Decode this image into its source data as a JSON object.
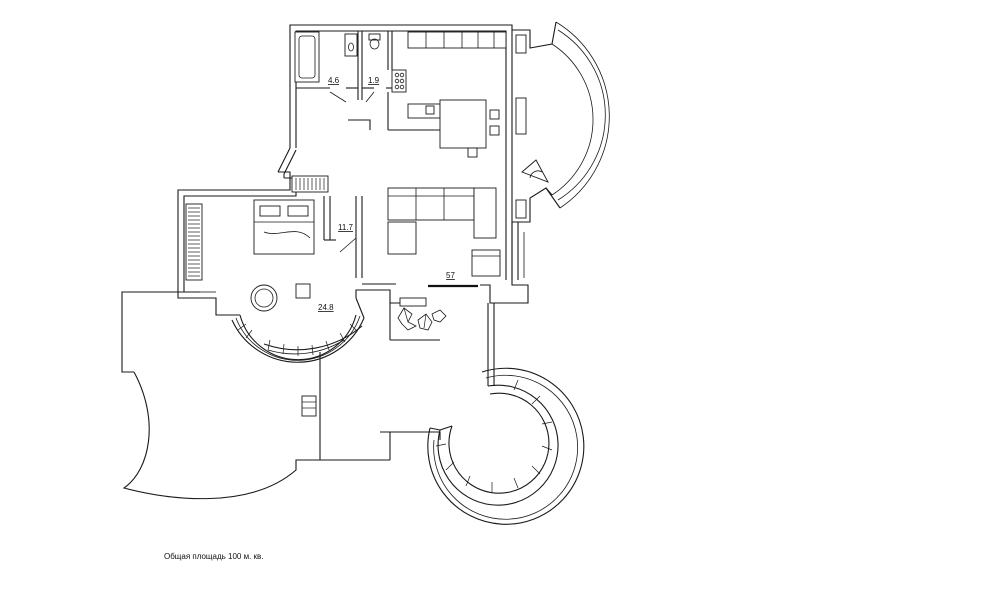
{
  "plan": {
    "rooms": [
      {
        "id": "bath",
        "area": "4.6"
      },
      {
        "id": "wc",
        "area": "1.9"
      },
      {
        "id": "wardrobe",
        "area": "11.7"
      },
      {
        "id": "bedroom",
        "area": "24.8"
      },
      {
        "id": "living",
        "area": "57"
      }
    ],
    "total_area_caption": "Общая площадь 100 м. кв."
  }
}
